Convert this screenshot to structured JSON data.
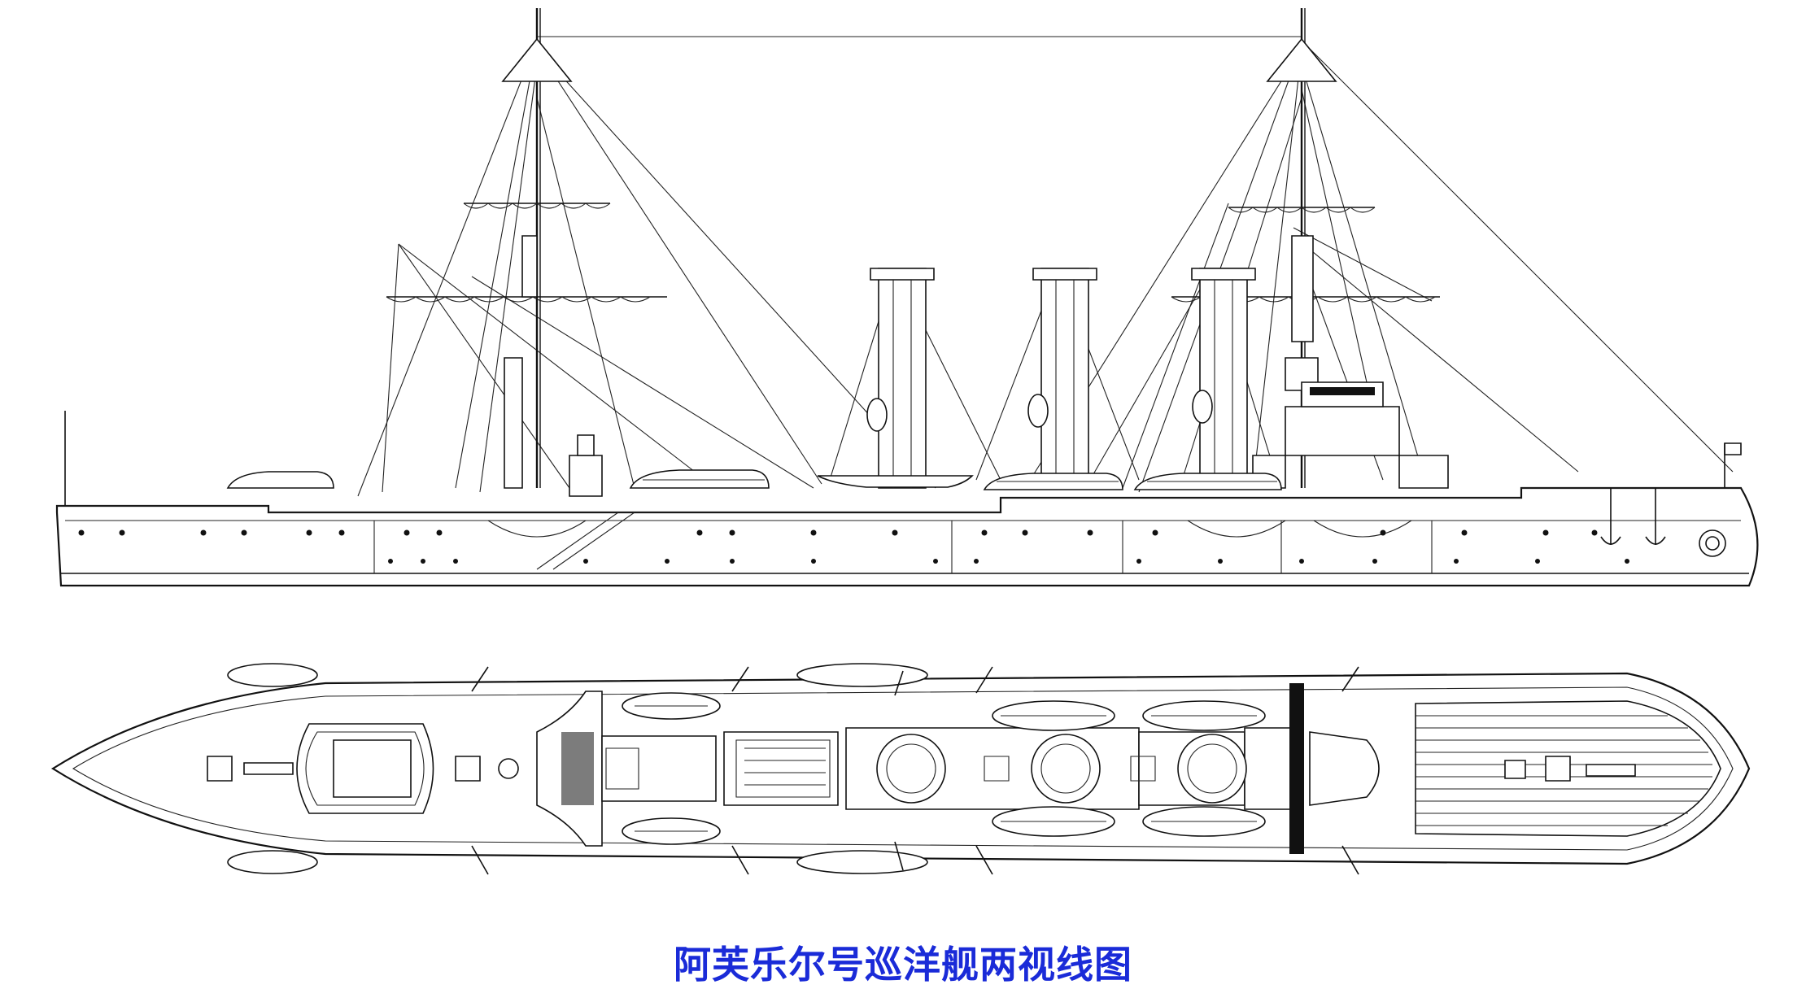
{
  "caption": "阿芙乐尔号巡洋舰两视线图",
  "colors": {
    "caption": "#1a2bd8",
    "line": "#111111",
    "background": "#ffffff"
  },
  "views": [
    "side-elevation",
    "deck-plan"
  ]
}
